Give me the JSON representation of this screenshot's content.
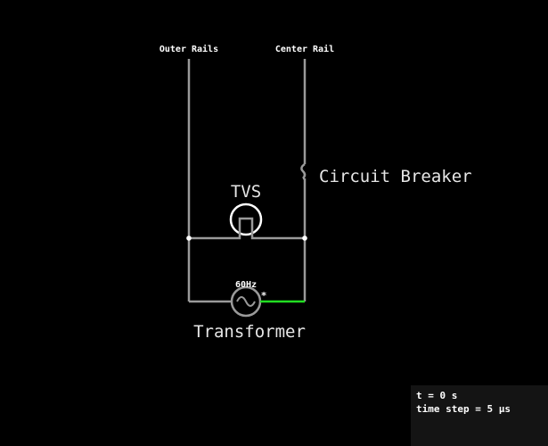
{
  "labels": {
    "outer_rails": "Outer Rails",
    "center_rail": "Center Rail",
    "circuit_breaker": "Circuit Breaker",
    "tvs": "TVS",
    "source_freq": "60Hz",
    "source_marker": "*",
    "transformer": "Transformer"
  },
  "info": {
    "time": "t = 0 s",
    "time_step": "time step = 5 µs"
  },
  "colors": {
    "wire": "#9a9a9a",
    "live_wire": "#22dd22",
    "node": "#ffffff",
    "background": "#000000"
  }
}
